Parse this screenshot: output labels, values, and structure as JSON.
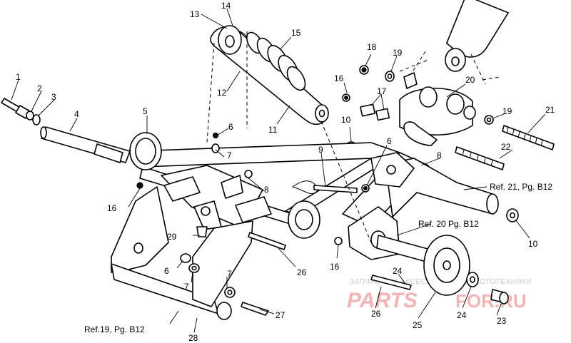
{
  "callouts": [
    {
      "id": "c1",
      "text": "1"
    },
    {
      "id": "c2",
      "text": "2"
    },
    {
      "id": "c3",
      "text": "3"
    },
    {
      "id": "c4",
      "text": "4"
    },
    {
      "id": "c5",
      "text": "5"
    },
    {
      "id": "c6a",
      "text": "6"
    },
    {
      "id": "c7a",
      "text": "7"
    },
    {
      "id": "c8a",
      "text": "8"
    },
    {
      "id": "c9",
      "text": "9"
    },
    {
      "id": "c10a",
      "text": "10"
    },
    {
      "id": "c11",
      "text": "11"
    },
    {
      "id": "c12",
      "text": "12"
    },
    {
      "id": "c13",
      "text": "13"
    },
    {
      "id": "c14",
      "text": "14"
    },
    {
      "id": "c15",
      "text": "15"
    },
    {
      "id": "c16a",
      "text": "16"
    },
    {
      "id": "c16b",
      "text": "16"
    },
    {
      "id": "c16c",
      "text": "16"
    },
    {
      "id": "c17",
      "text": "17"
    },
    {
      "id": "c18",
      "text": "18"
    },
    {
      "id": "c19a",
      "text": "19"
    },
    {
      "id": "c19b",
      "text": "19"
    },
    {
      "id": "c20",
      "text": "20"
    },
    {
      "id": "c21",
      "text": "21"
    },
    {
      "id": "c22",
      "text": "22"
    },
    {
      "id": "c6b",
      "text": "6"
    },
    {
      "id": "c8b",
      "text": "8"
    },
    {
      "id": "c10b",
      "text": "10"
    },
    {
      "id": "c24a",
      "text": "24"
    },
    {
      "id": "c24b",
      "text": "24"
    },
    {
      "id": "c23",
      "text": "23"
    },
    {
      "id": "c25",
      "text": "25"
    },
    {
      "id": "c26a",
      "text": "26"
    },
    {
      "id": "c26b",
      "text": "26"
    },
    {
      "id": "c27",
      "text": "27"
    },
    {
      "id": "c28",
      "text": "28"
    },
    {
      "id": "c29",
      "text": "29"
    },
    {
      "id": "c6c",
      "text": "6"
    },
    {
      "id": "c7b",
      "text": "7"
    },
    {
      "id": "c7c",
      "text": "7"
    }
  ],
  "references": {
    "ref21": "Ref. 21, Pg. B12",
    "ref20": "Ref. 20 Pg. B12",
    "ref19": "Ref.19, Pg. B12"
  },
  "watermark": {
    "line1": "ЗАПЧАСТИ И АКСЕССУАРЫ ДЛЯ МОТОТЕХНИКИ",
    "brand_left": "PARTS",
    "brand_right": "FOR.RU"
  }
}
